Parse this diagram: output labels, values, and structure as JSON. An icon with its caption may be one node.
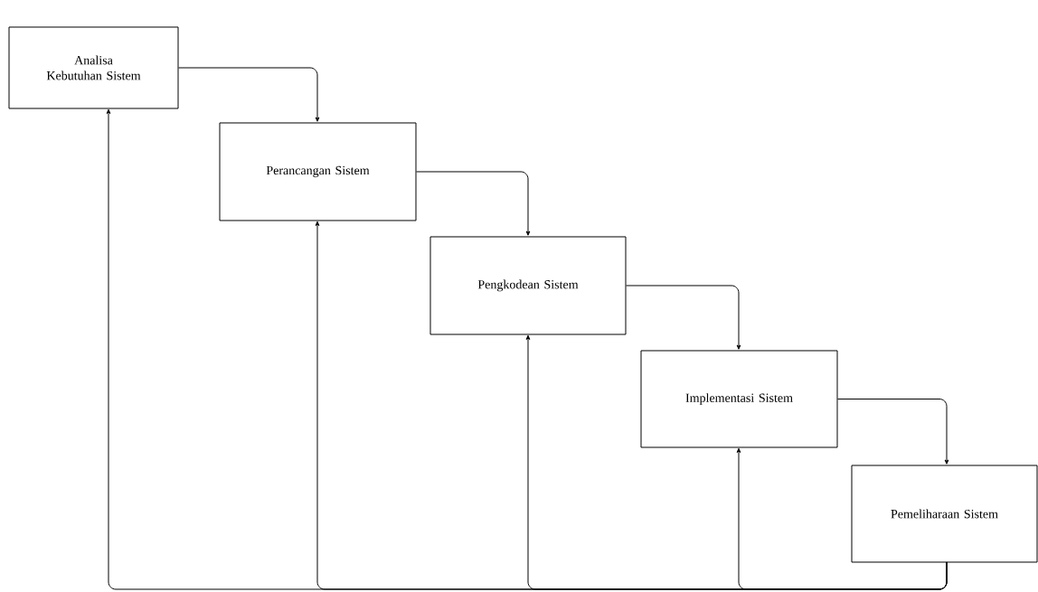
{
  "diagram": {
    "nodes": [
      {
        "text": [
          "Analisa Kebutuhan Sistem"
        ]
      },
      {
        "text": [
          "Perancangan Sistem"
        ]
      },
      {
        "text": [
          "Pengkodean Sistem"
        ]
      },
      {
        "text": [
          "Implementasi Sistem"
        ]
      },
      {
        "text": [
          "Pemeliharaan Sistem"
        ]
      }
    ],
    "edges": [
      {
        "from": 0,
        "to": 1,
        "arrow": "to"
      },
      {
        "from": 1,
        "to": 2,
        "arrow": "to"
      },
      {
        "from": 2,
        "to": 3,
        "arrow": "to"
      },
      {
        "from": 3,
        "to": 4,
        "arrow": "to"
      },
      {
        "from": 4,
        "to": 0,
        "arrow": "to"
      },
      {
        "from": 4,
        "to": 1,
        "arrow": "to"
      },
      {
        "from": 4,
        "to": 2,
        "arrow": "to"
      },
      {
        "from": 4,
        "to": 3,
        "arrow": "to"
      }
    ]
  }
}
